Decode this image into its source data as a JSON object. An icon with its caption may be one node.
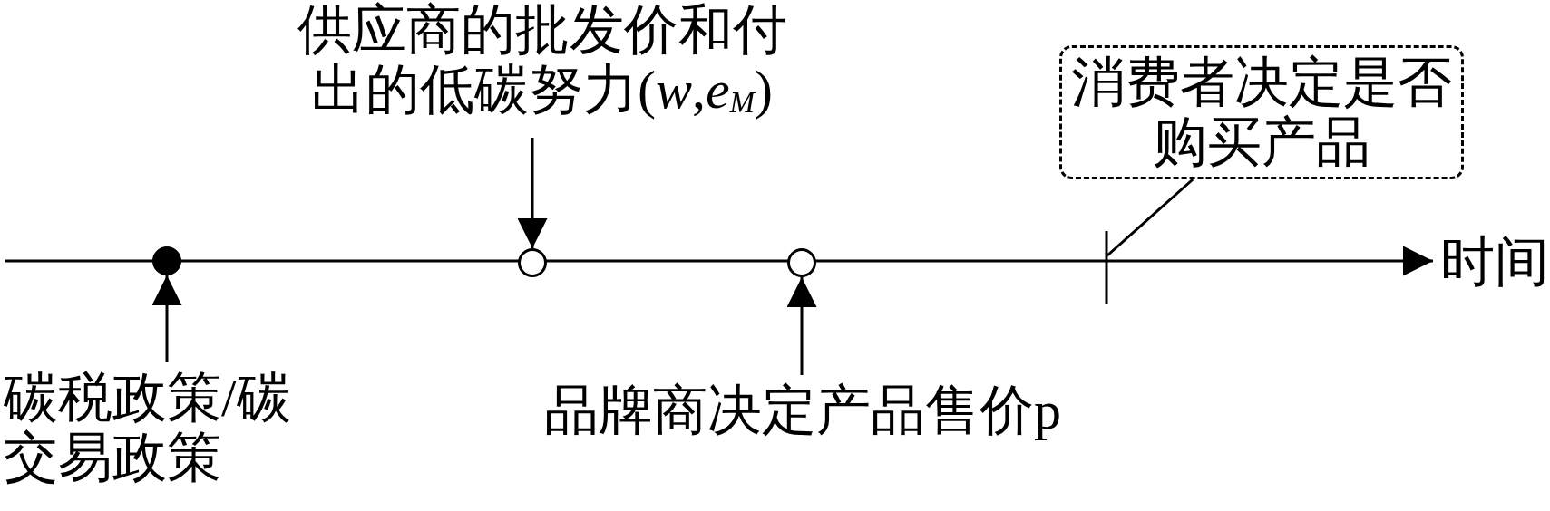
{
  "diagram": {
    "nodes": [
      {
        "text": [
          "供应商的批发价和付出的低碳努力(*w*,*e*$_{M}$)"
        ]
      },
      {
        "text": [
          "消费者决定是否购买产品"
        ]
      },
      {
        "text": [],
        "shape": "circle"
      },
      {
        "text": [],
        "shape": "circle"
      },
      {
        "text": [],
        "shape": "circle"
      },
      {
        "text": [],
        "shape": "bar"
      },
      {
        "text": [
          "碳税政策/碳交易政策"
        ]
      },
      {
        "text": [
          "品牌商决定产品售价p"
        ]
      }
    ],
    "edges": [
      {
        "from": 0,
        "to": 3,
        "arrow": "to"
      },
      {
        "from": 1,
        "to": 5,
        "arrow": "none"
      },
      {
        "from": 6,
        "to": 2,
        "arrow": "to"
      },
      {
        "from": 7,
        "to": 4,
        "arrow": "to"
      }
    ],
    "labels": [
      "时间"
    ]
  }
}
